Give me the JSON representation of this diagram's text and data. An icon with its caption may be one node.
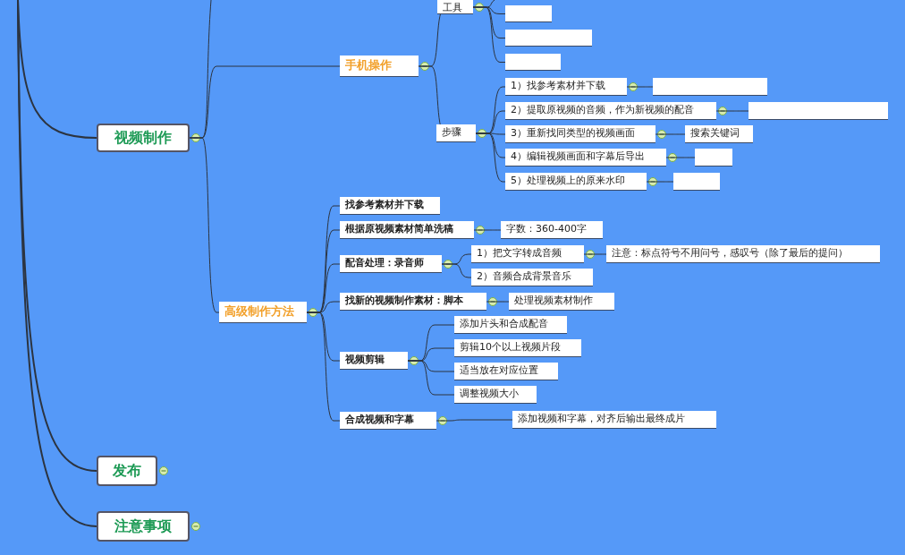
{
  "diagram": {
    "nodes": [
      {
        "text": [
          "视频制作"
        ]
      },
      {
        "text": [
          "手机操作"
        ]
      },
      {
        "text": [
          "工具"
        ]
      },
      {
        "text": [],
        "shape": "box"
      },
      {
        "text": [],
        "shape": "box"
      },
      {
        "text": [],
        "shape": "box"
      },
      {
        "text": [
          "步骤"
        ]
      },
      {
        "text": [
          "1）找参考素材并下载"
        ]
      },
      {
        "text": [],
        "shape": "box"
      },
      {
        "text": [
          "2）提取原视频的音频，作为新视频的配音"
        ]
      },
      {
        "text": [],
        "shape": "box"
      },
      {
        "text": [
          "3）重新找同类型的视频画面"
        ]
      },
      {
        "text": [
          "搜索关键词"
        ]
      },
      {
        "text": [
          "4）编辑视频画面和字幕后导出"
        ]
      },
      {
        "text": [],
        "shape": "box"
      },
      {
        "text": [
          "5）处理视频上的原来水印"
        ]
      },
      {
        "text": [],
        "shape": "box"
      },
      {
        "text": [
          "高级制作方法"
        ]
      },
      {
        "text": [
          "找参考素材并下载"
        ]
      },
      {
        "text": [
          "根据原视频素材简单洗稿"
        ]
      },
      {
        "text": [
          "字数：360-400字"
        ]
      },
      {
        "text": [
          "配音处理：录音师"
        ]
      },
      {
        "text": [
          "1）把文字转成音频"
        ]
      },
      {
        "text": [
          "注意：标点符号不用问号，感叹号（除了最后的提问）"
        ]
      },
      {
        "text": [
          "2）音频合成背景音乐"
        ]
      },
      {
        "text": [
          "找新的视频制作素材：脚本"
        ]
      },
      {
        "text": [
          "处理视频素材制作"
        ]
      },
      {
        "text": [
          "视频剪辑"
        ]
      },
      {
        "text": [
          "添加片头和合成配音"
        ]
      },
      {
        "text": [
          "剪辑10个以上视频片段"
        ]
      },
      {
        "text": [
          "适当放在对应位置"
        ]
      },
      {
        "text": [
          "调整视频大小"
        ]
      },
      {
        "text": [
          "合成视频和字幕"
        ]
      },
      {
        "text": [
          "添加视频和字幕，对齐后输出最终成片"
        ]
      },
      {
        "text": [
          "发布"
        ]
      },
      {
        "text": [
          "注意事项"
        ]
      }
    ],
    "edges": [
      {
        "from": null,
        "to": 0,
        "arrow": "none"
      },
      {
        "from": null,
        "to": 34,
        "arrow": "none"
      },
      {
        "from": null,
        "to": 35,
        "arrow": "none"
      },
      {
        "from": 0,
        "to": null,
        "arrow": "none"
      },
      {
        "from": 0,
        "to": 1,
        "arrow": "none"
      },
      {
        "from": 0,
        "to": 17,
        "arrow": "none"
      },
      {
        "from": 1,
        "to": 2,
        "arrow": "none"
      },
      {
        "from": 1,
        "to": 6,
        "arrow": "none"
      },
      {
        "from": 2,
        "to": null,
        "arrow": "none"
      },
      {
        "from": 2,
        "to": 3,
        "arrow": "none"
      },
      {
        "from": 2,
        "to": 4,
        "arrow": "none"
      },
      {
        "from": 2,
        "to": 5,
        "arrow": "none"
      },
      {
        "from": 6,
        "to": 7,
        "arrow": "none"
      },
      {
        "from": 6,
        "to": 9,
        "arrow": "none"
      },
      {
        "from": 6,
        "to": 11,
        "arrow": "none"
      },
      {
        "from": 6,
        "to": 13,
        "arrow": "none"
      },
      {
        "from": 6,
        "to": 15,
        "arrow": "none"
      },
      {
        "from": 7,
        "to": 8,
        "arrow": "none"
      },
      {
        "from": 9,
        "to": 10,
        "arrow": "none"
      },
      {
        "from": 11,
        "to": 12,
        "arrow": "none"
      },
      {
        "from": 13,
        "to": 14,
        "arrow": "none"
      },
      {
        "from": 15,
        "to": 16,
        "arrow": "none"
      },
      {
        "from": 17,
        "to": 18,
        "arrow": "none"
      },
      {
        "from": 17,
        "to": 19,
        "arrow": "none"
      },
      {
        "from": 17,
        "to": 21,
        "arrow": "none"
      },
      {
        "from": 17,
        "to": 25,
        "arrow": "none"
      },
      {
        "from": 17,
        "to": 27,
        "arrow": "none"
      },
      {
        "from": 17,
        "to": 32,
        "arrow": "none"
      },
      {
        "from": 19,
        "to": 20,
        "arrow": "none"
      },
      {
        "from": 21,
        "to": 22,
        "arrow": "none"
      },
      {
        "from": 21,
        "to": 24,
        "arrow": "none"
      },
      {
        "from": 22,
        "to": 23,
        "arrow": "none"
      },
      {
        "from": 25,
        "to": 26,
        "arrow": "none"
      },
      {
        "from": 27,
        "to": 28,
        "arrow": "none"
      },
      {
        "from": 27,
        "to": 29,
        "arrow": "none"
      },
      {
        "from": 27,
        "to": 30,
        "arrow": "none"
      },
      {
        "from": 27,
        "to": 31,
        "arrow": "none"
      },
      {
        "from": 32,
        "to": 33,
        "arrow": "none"
      }
    ]
  }
}
